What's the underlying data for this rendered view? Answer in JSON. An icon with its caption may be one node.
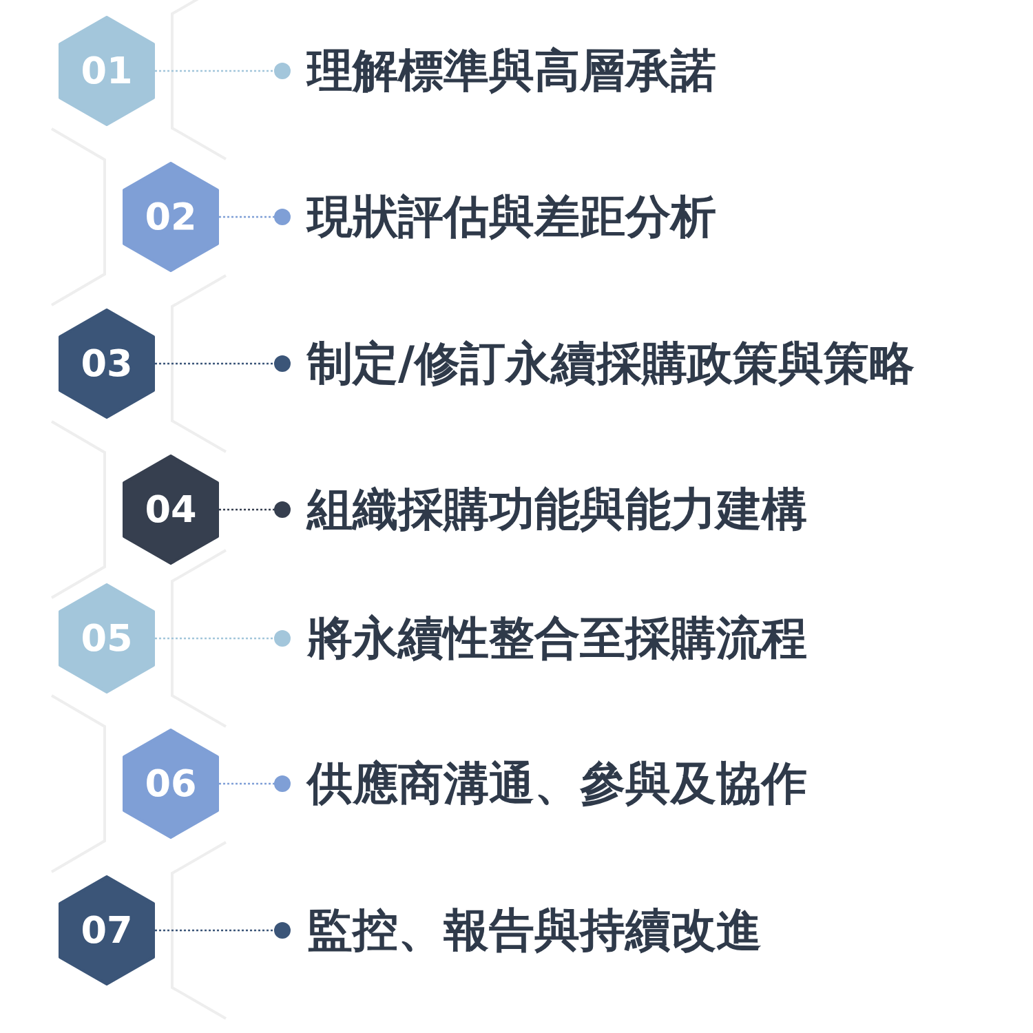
{
  "diagram": {
    "nodes": [
      {
        "text": [
          "01"
        ]
      },
      {
        "text": [
          "理解標準與高層承諾"
        ]
      },
      {
        "text": [
          "02"
        ]
      },
      {
        "text": [
          "現狀評估與差距分析"
        ]
      },
      {
        "text": [
          "03"
        ]
      },
      {
        "text": [
          "制定/修訂永續採購政策與策略"
        ]
      },
      {
        "text": [
          "04"
        ]
      },
      {
        "text": [
          "組織採購功能與能力建構"
        ]
      },
      {
        "text": [
          "05"
        ]
      },
      {
        "text": [
          "將永續性整合至採購流程"
        ]
      },
      {
        "text": [
          "06"
        ]
      },
      {
        "text": [
          "供應商溝通、參與及協作"
        ]
      },
      {
        "text": [
          "07"
        ]
      },
      {
        "text": [
          "監控、報告與持續改進"
        ]
      }
    ],
    "edges": [
      {
        "from": 0,
        "to": 1,
        "arrow": "other",
        "style": "dashed",
        "color": "#a3c6db"
      },
      {
        "from": 2,
        "to": 3,
        "arrow": "other",
        "style": "dashed",
        "color": "#7f9fd6"
      },
      {
        "from": 4,
        "to": 5,
        "arrow": "other",
        "style": "dashed",
        "color": "#3b5578"
      },
      {
        "from": 6,
        "to": 7,
        "arrow": "other",
        "style": "dashed",
        "color": "#363f4f"
      },
      {
        "from": 8,
        "to": 9,
        "arrow": "other",
        "style": "dashed",
        "color": "#a3c6db"
      },
      {
        "from": 10,
        "to": 11,
        "arrow": "other",
        "style": "dashed",
        "color": "#7f9fd6"
      },
      {
        "from": 12,
        "to": 13,
        "arrow": "other",
        "style": "dashed",
        "color": "#3b5578"
      }
    ]
  }
}
